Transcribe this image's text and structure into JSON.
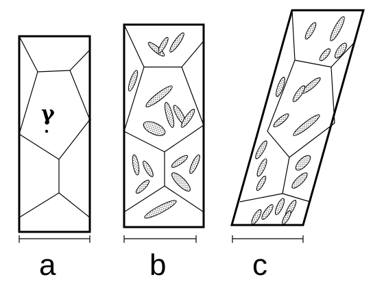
{
  "panels": [
    {
      "label": "a",
      "phase_label": "γ"
    },
    {
      "label": "b"
    },
    {
      "label": "c"
    }
  ],
  "colors": {
    "line": "#000000",
    "background": "#ffffff",
    "stipple": "#000000"
  }
}
